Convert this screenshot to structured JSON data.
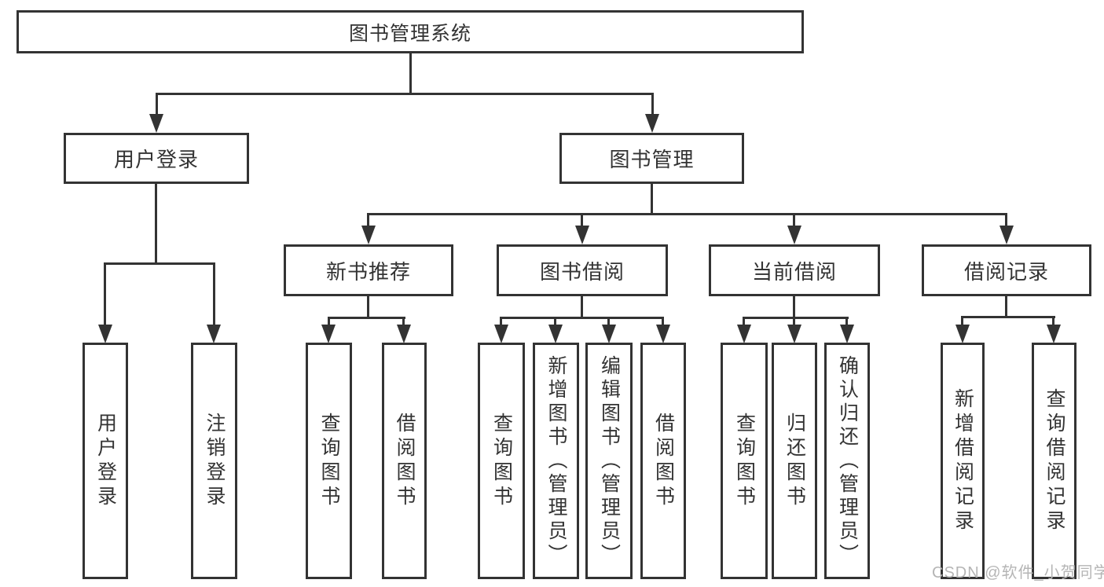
{
  "diagram": {
    "root": {
      "label": "图书管理系统"
    },
    "level2": {
      "user_login": {
        "label": "用户登录"
      },
      "book_management": {
        "label": "图书管理"
      }
    },
    "level3": {
      "new_book_recommendation": {
        "label": "新书推荐"
      },
      "book_borrowing": {
        "label": "图书借阅"
      },
      "current_borrowing": {
        "label": "当前借阅"
      },
      "borrowing_records": {
        "label": "借阅记录"
      }
    },
    "leaves": {
      "user_login": {
        "label": "用户登录"
      },
      "logout": {
        "label": "注销登录"
      },
      "query_books_rec": {
        "label": "查询图书"
      },
      "borrow_books_rec": {
        "label": "借阅图书"
      },
      "query_books_borrow": {
        "label": "查询图书"
      },
      "add_book_admin": {
        "label": "新增图书（管理员）"
      },
      "edit_book_admin": {
        "label": "编辑图书（管理员）"
      },
      "borrow_books_borrow": {
        "label": "借阅图书"
      },
      "query_books_current": {
        "label": "查询图书"
      },
      "return_books": {
        "label": "归还图书"
      },
      "confirm_return_admin": {
        "label": "确认归还（管理员）"
      },
      "add_borrow_record": {
        "label": "新增借阅记录"
      },
      "query_borrow_record": {
        "label": "查询借阅记录"
      }
    },
    "watermark": {
      "label": "CSDN @软件_小贺同学",
      "color": "#b5b5b5"
    },
    "colors": {
      "line": "#333333",
      "text": "#333333",
      "background": "#ffffff"
    }
  }
}
